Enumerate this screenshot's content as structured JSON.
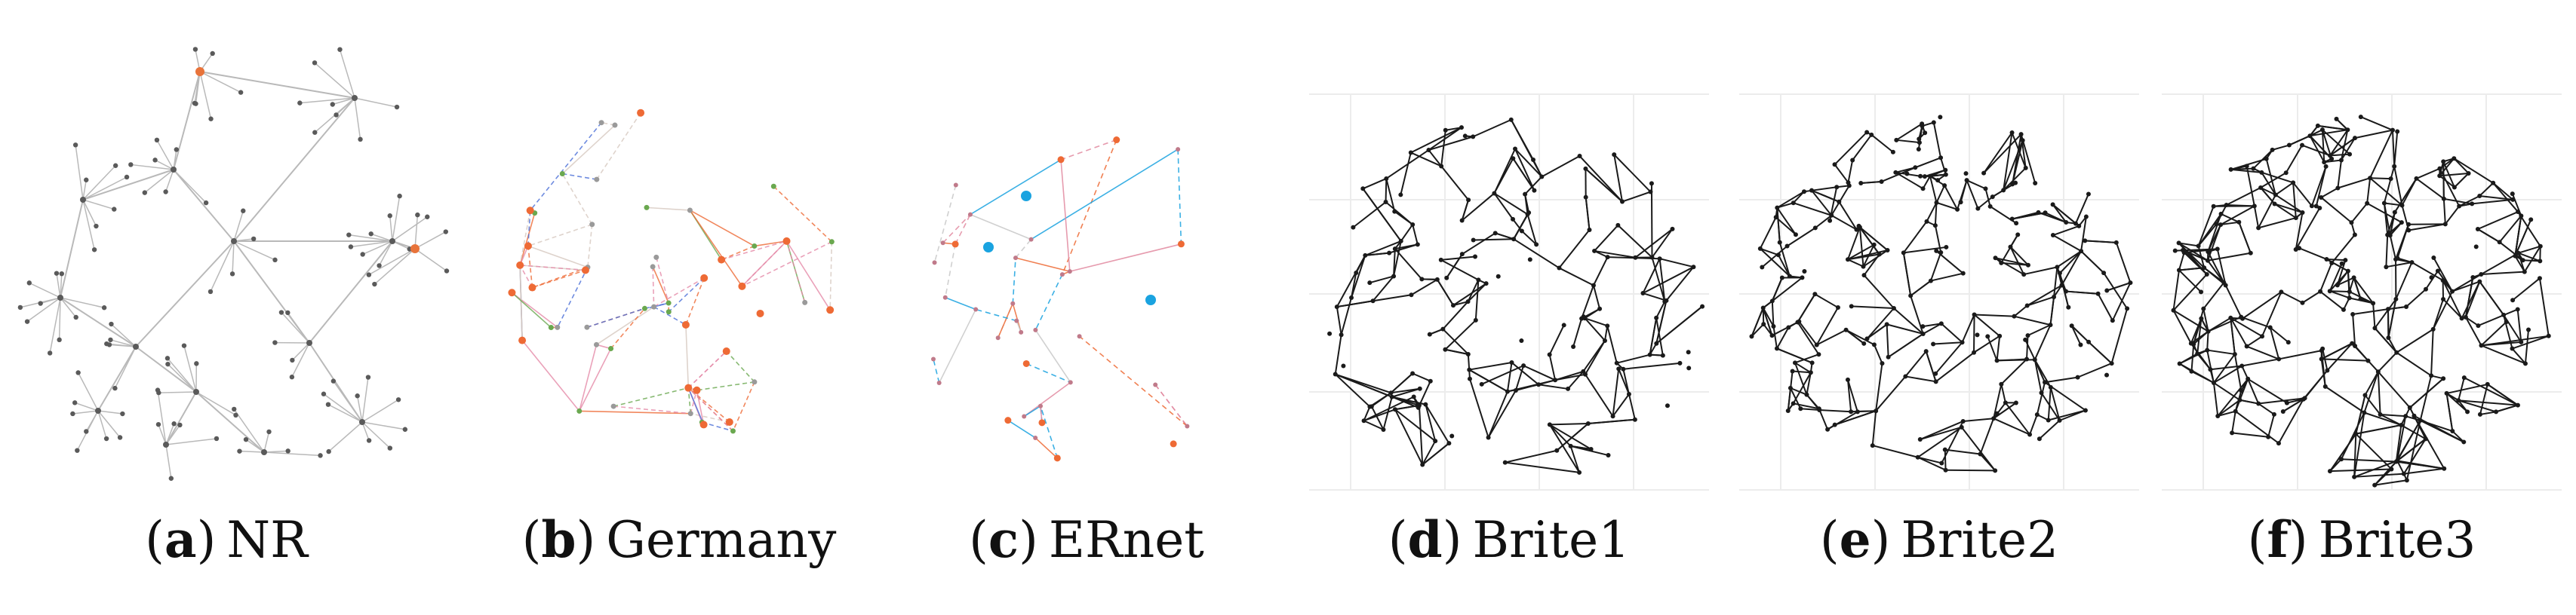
{
  "panels": [
    {
      "id": "a",
      "letter": "a",
      "name": "NR",
      "style": "tree",
      "colors": {
        "edge": "#b9b9b9",
        "node": "#5a5a5a",
        "hub": "#e8733a"
      }
    },
    {
      "id": "b",
      "letter": "b",
      "name": "Germany",
      "style": "colored-mesh",
      "colors": {
        "orange": "#ee6a35",
        "green": "#6aa84f",
        "blue": "#4a6fd8",
        "pink": "#e58aa8",
        "edge": "#d7c9c0"
      }
    },
    {
      "id": "c",
      "letter": "c",
      "name": "ERnet",
      "style": "sparse-mesh",
      "colors": {
        "orange": "#ee6a35",
        "cyan": "#1aa3e0",
        "pink": "#e28aa0",
        "edge": "#c8c8c8"
      }
    },
    {
      "id": "d",
      "letter": "d",
      "name": "Brite1",
      "style": "dense",
      "colors": {
        "edge": "#1a1a1a",
        "grid": "#ececec"
      }
    },
    {
      "id": "e",
      "letter": "e",
      "name": "Brite2",
      "style": "dense",
      "colors": {
        "edge": "#1a1a1a",
        "grid": "#ececec"
      }
    },
    {
      "id": "f",
      "letter": "f",
      "name": "Brite3",
      "style": "dense",
      "colors": {
        "edge": "#1a1a1a",
        "grid": "#ececec"
      }
    }
  ],
  "caption_parens": {
    "open": "(",
    "close": ")"
  }
}
